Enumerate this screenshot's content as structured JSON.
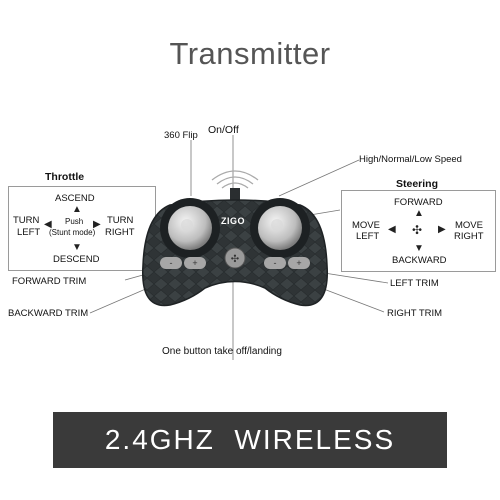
{
  "title": "Transmitter",
  "top_labels": {
    "flip": "360 Flip",
    "power": "On/Off",
    "speed": "High/Normal/Low Speed"
  },
  "throttle": {
    "header": "Throttle",
    "up": "ASCEND",
    "down": "DESCEND",
    "left_line1": "TURN",
    "left_line2": "LEFT",
    "right_line1": "TURN",
    "right_line2": "RIGHT",
    "center_line1": "Push",
    "center_line2": "(Stunt mode)"
  },
  "steering": {
    "header": "Steering",
    "up": "FORWARD",
    "down": "BACKWARD",
    "left_line1": "MOVE",
    "left_line2": "LEFT",
    "right_line1": "MOVE",
    "right_line2": "RIGHT"
  },
  "side_labels": {
    "forward_trim": "FORWARD TRIM",
    "backward_trim": "BACKWARD TRIM",
    "left_trim": "LEFT TRIM",
    "right_trim": "RIGHT TRIM",
    "bottom": "One button take off/landing"
  },
  "brand": "ZIGO",
  "banner": "2.4GHZ  WIRELESS",
  "colors": {
    "body": "#2f3436",
    "banner": "#3a3a3a",
    "title": "#555555"
  },
  "icons": [
    "arrow-up-icon",
    "arrow-down-icon",
    "arrow-left-icon",
    "arrow-right-icon",
    "signal-waves-icon",
    "drone-icon"
  ]
}
